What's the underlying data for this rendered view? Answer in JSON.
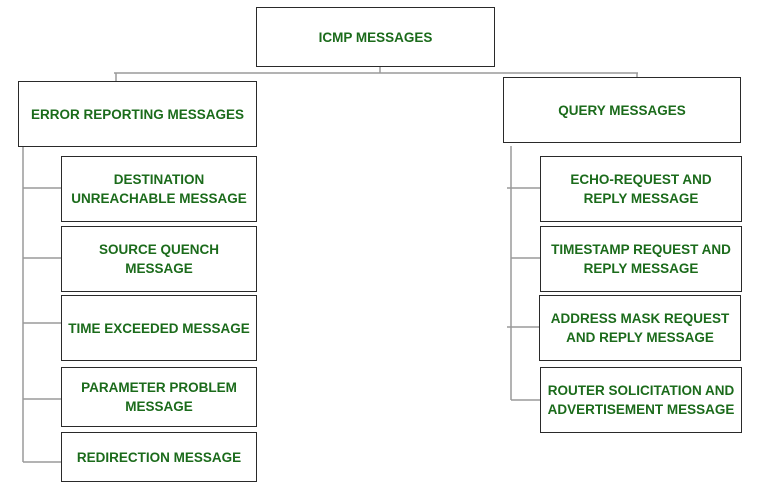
{
  "diagram": {
    "root": {
      "label": "ICMP MESSAGES"
    },
    "branches": [
      {
        "label": "ERROR REPORTING MESSAGES",
        "children": [
          "DESTINATION UNREACHABLE MESSAGE",
          "SOURCE QUENCH MESSAGE",
          "TIME EXCEEDED MESSAGE",
          "PARAMETER PROBLEM MESSAGE",
          "REDIRECTION MESSAGE"
        ]
      },
      {
        "label": "QUERY MESSAGES",
        "children": [
          "ECHO-REQUEST AND REPLY MESSAGE",
          "TIMESTAMP REQUEST AND REPLY MESSAGE",
          "ADDRESS MASK REQUEST AND REPLY MESSAGE",
          "ROUTER SOLICITATION AND ADVERTISEMENT MESSAGE"
        ]
      }
    ]
  },
  "colors": {
    "text": "#1b6b1b",
    "border": "#2a2a2a",
    "connector": "#9a9a9a"
  }
}
